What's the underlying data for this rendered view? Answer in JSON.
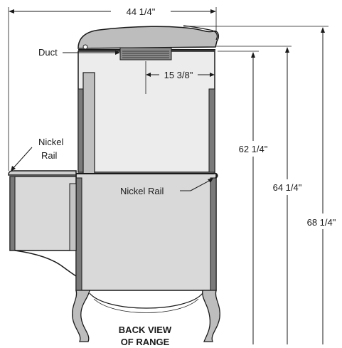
{
  "dimensions": {
    "overall_width": "44 1/4\"",
    "duct_offset": "15 3/8\"",
    "height_rail": "62 1/4\"",
    "height_top": "64 1/4\"",
    "height_overall": "68 1/4\""
  },
  "labels": {
    "duct": "Duct",
    "nickel_rail_left_line1": "Nickel",
    "nickel_rail_left_line2": "Rail",
    "nickel_rail_right": "Nickel Rail"
  },
  "caption": {
    "line1": "BACK VIEW",
    "line2": "OF RANGE"
  },
  "colors": {
    "body_fill": "#d9d9d9",
    "dark_panel": "#7a7a7a",
    "top_panel": "#e6e6e6",
    "line": "#1a1a1a"
  }
}
